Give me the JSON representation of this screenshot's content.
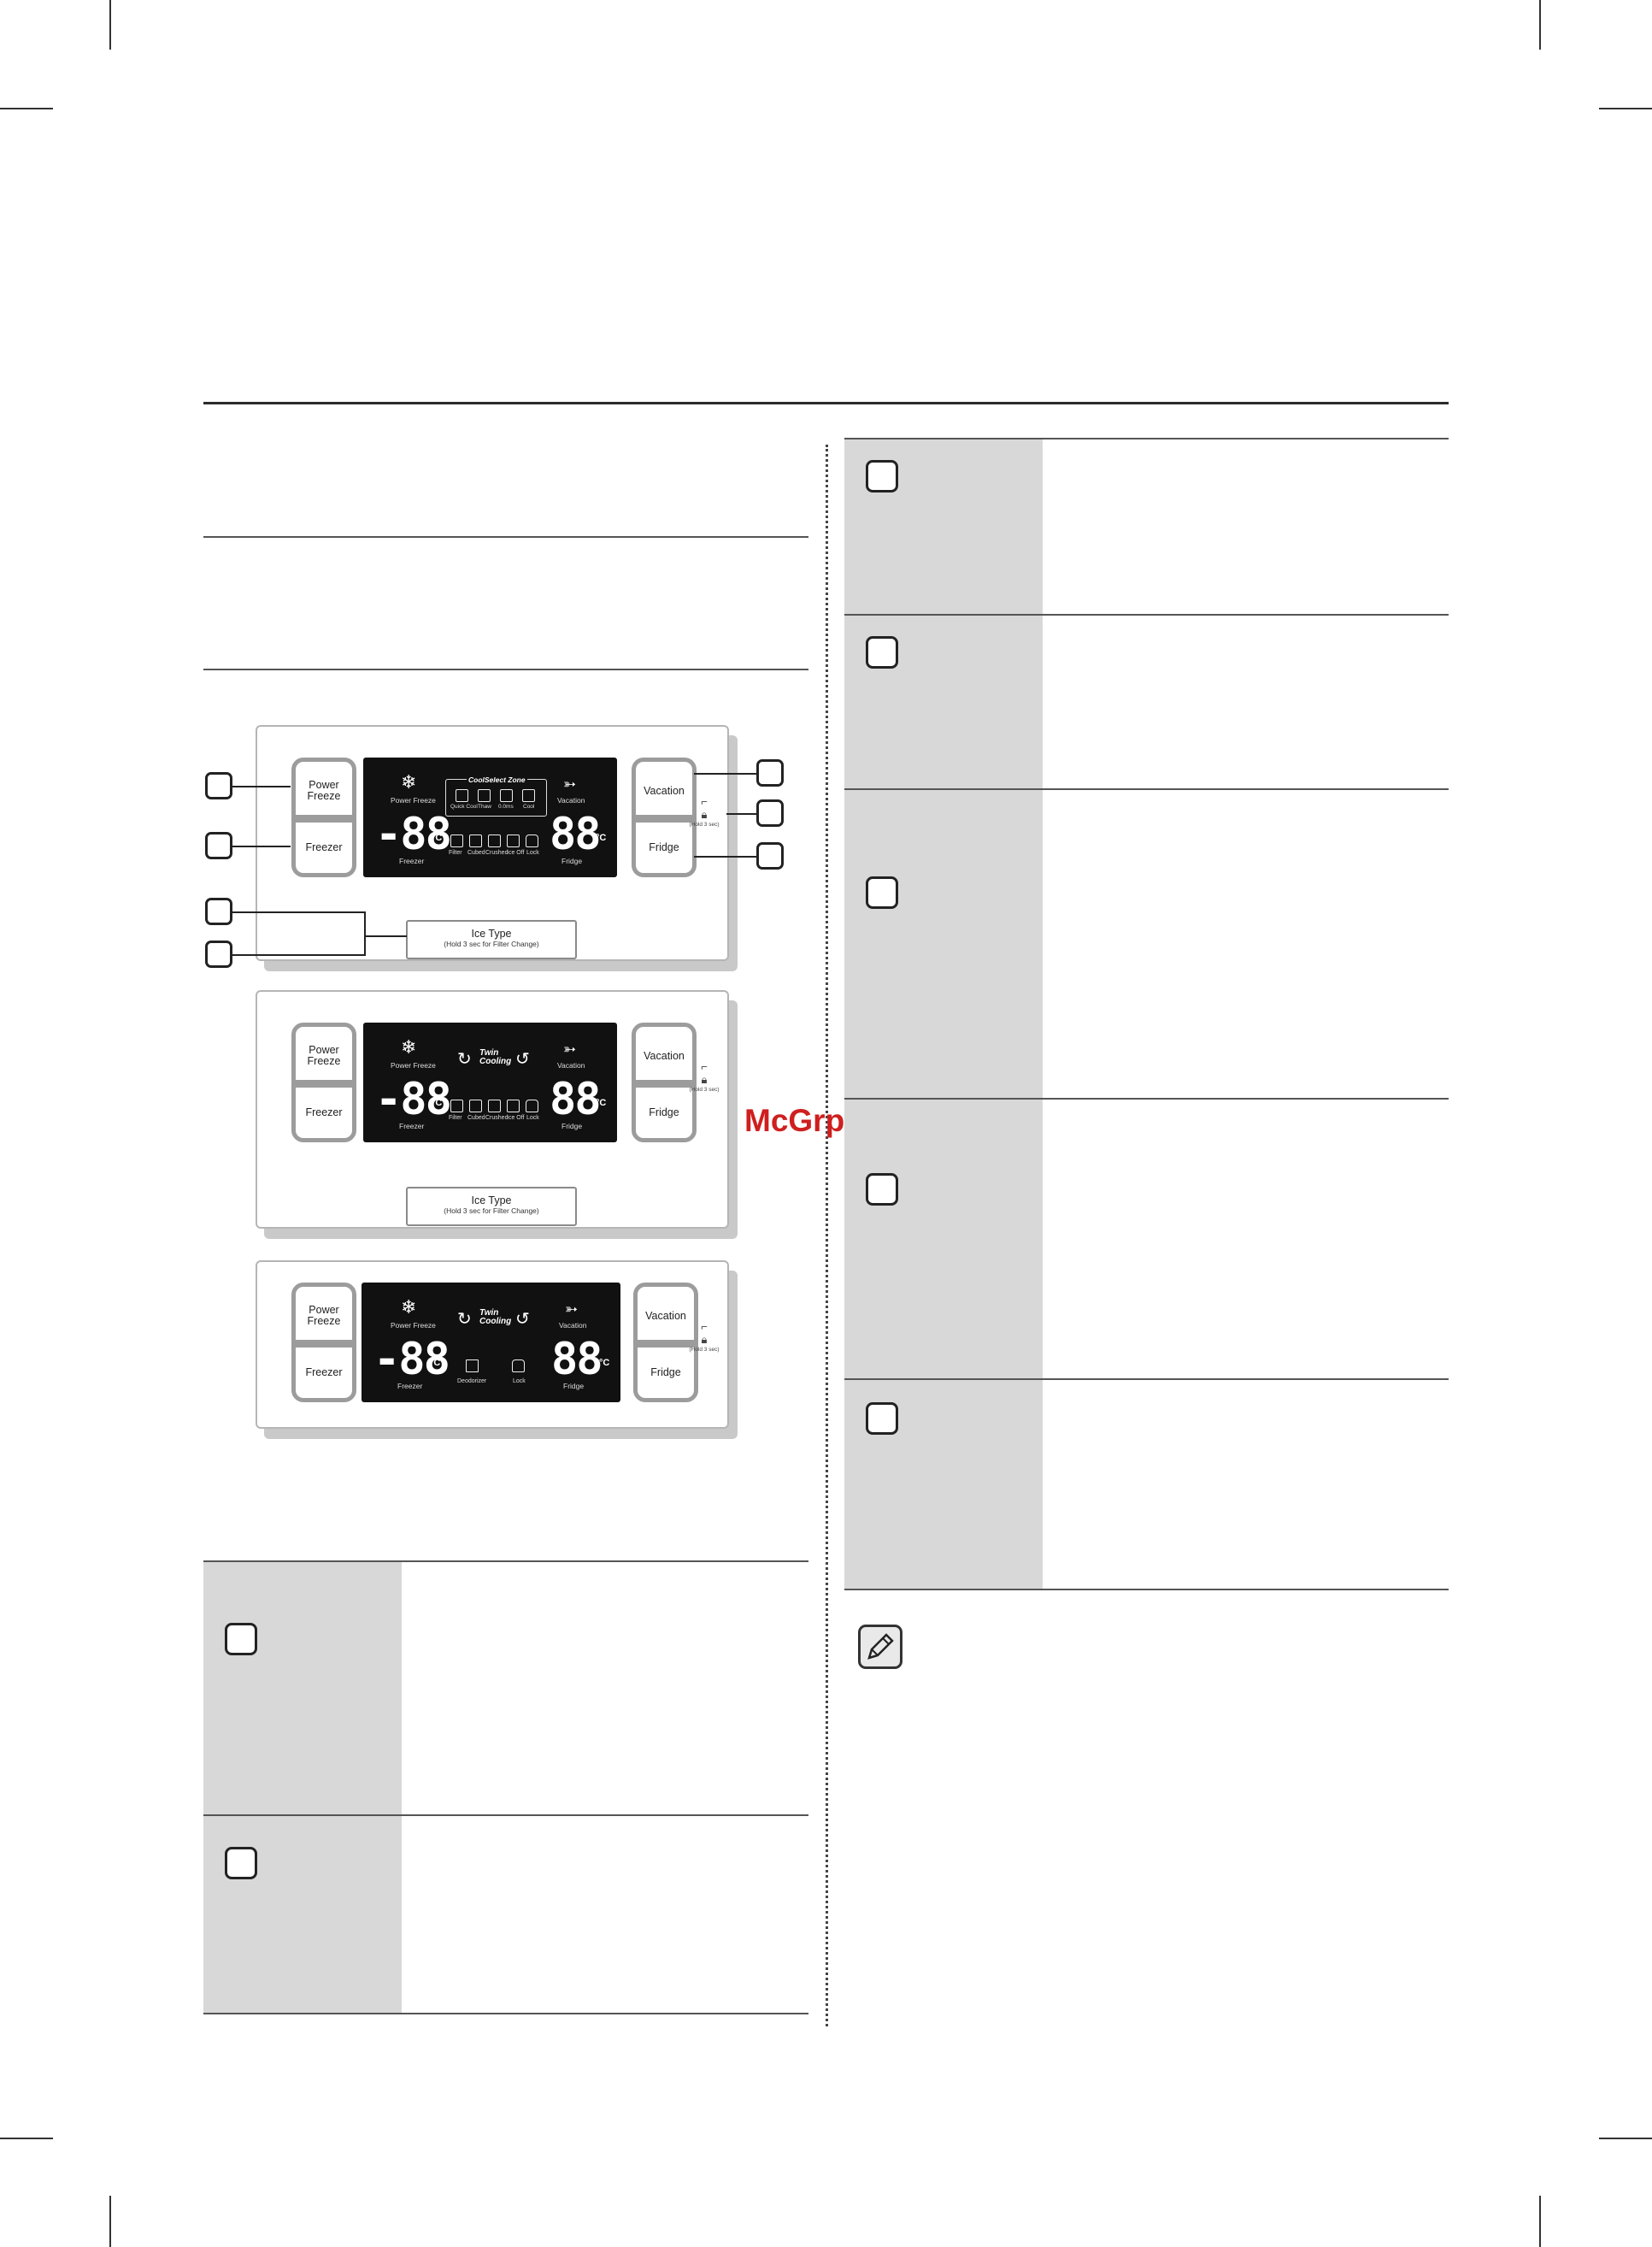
{
  "watermark": "McGrp.Ru",
  "panels": [
    {
      "left_top": "Power\nFreeze",
      "left_bottom": "Freezer",
      "right_top": "Vacation",
      "right_bottom": "Fridge",
      "power_freeze_icon_label": "Power Freeze",
      "vacation_icon_label": "Vacation",
      "freezer_temp": "-88",
      "fridge_temp": "88",
      "unit": "°C",
      "freezer_label": "Freezer",
      "fridge_label": "Fridge",
      "center_title": "CoolSelect Zone",
      "zone_items": [
        "Quick Cool",
        "Thaw",
        "0.0ms",
        "Cool"
      ],
      "bottom_icons": [
        "Filter",
        "Cubed",
        "Crushed",
        "Ice Off",
        "Lock"
      ],
      "lock_caption": "(Hold 3 sec)",
      "ice_type": "Ice Type",
      "ice_type_sub": "(Hold 3 sec for Filter Change)"
    },
    {
      "left_top": "Power\nFreeze",
      "left_bottom": "Freezer",
      "right_top": "Vacation",
      "right_bottom": "Fridge",
      "power_freeze_icon_label": "Power Freeze",
      "vacation_icon_label": "Vacation",
      "freezer_temp": "-88",
      "fridge_temp": "88",
      "unit": "°C",
      "freezer_label": "Freezer",
      "fridge_label": "Fridge",
      "center_title": "Twin\nCooling",
      "bottom_icons": [
        "Filter",
        "Cubed",
        "Crushed",
        "Ice Off",
        "Lock"
      ],
      "lock_caption": "(Hold 3 sec)",
      "ice_type": "Ice Type",
      "ice_type_sub": "(Hold 3 sec for Filter Change)"
    },
    {
      "left_top": "Power\nFreeze",
      "left_bottom": "Freezer",
      "right_top": "Vacation",
      "right_bottom": "Fridge",
      "power_freeze_icon_label": "Power Freeze",
      "vacation_icon_label": "Vacation",
      "freezer_temp": "-88",
      "fridge_temp": "88",
      "unit": "°C",
      "freezer_label": "Freezer",
      "fridge_label": "Fridge",
      "center_title": "Twin\nCooling",
      "bottom_icons": [
        "Deodorizer",
        "Lock"
      ],
      "lock_caption": "(Hold 3 sec)"
    }
  ]
}
